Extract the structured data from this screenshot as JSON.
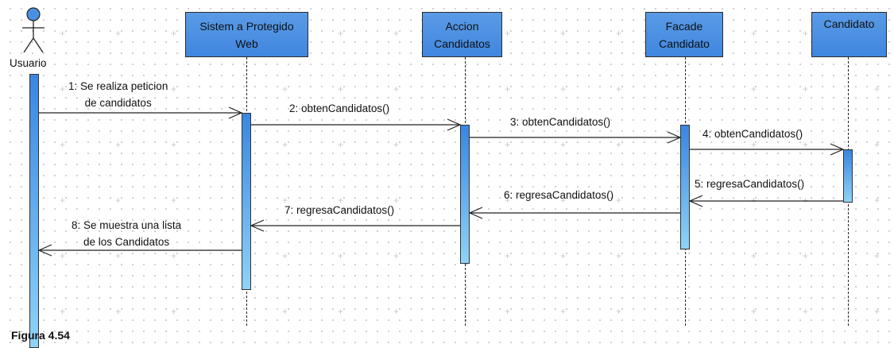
{
  "actor": {
    "label": "Usuario"
  },
  "participants": [
    {
      "id": "sistema",
      "label": "Sistem a Protegido\nWeb"
    },
    {
      "id": "accion",
      "label": "Accion\nCandidatos"
    },
    {
      "id": "facade",
      "label": "Facade\nCandidato"
    },
    {
      "id": "candidato",
      "label": "Candidato"
    }
  ],
  "messages": [
    {
      "n": 1,
      "text": "1: Se realiza peticion\nde candidatos"
    },
    {
      "n": 2,
      "text": "2: obtenCandidatos()"
    },
    {
      "n": 3,
      "text": "3: obtenCandidatos()"
    },
    {
      "n": 4,
      "text": "4: obtenCandidatos()"
    },
    {
      "n": 5,
      "text": "5: regresaCandidatos()"
    },
    {
      "n": 6,
      "text": "6: regresaCandidatos()"
    },
    {
      "n": 7,
      "text": "7: regresaCandidatos()"
    },
    {
      "n": 8,
      "text": "8: Se muestra una lista\nde los Candidatos"
    }
  ],
  "caption": "Figura 4.54"
}
